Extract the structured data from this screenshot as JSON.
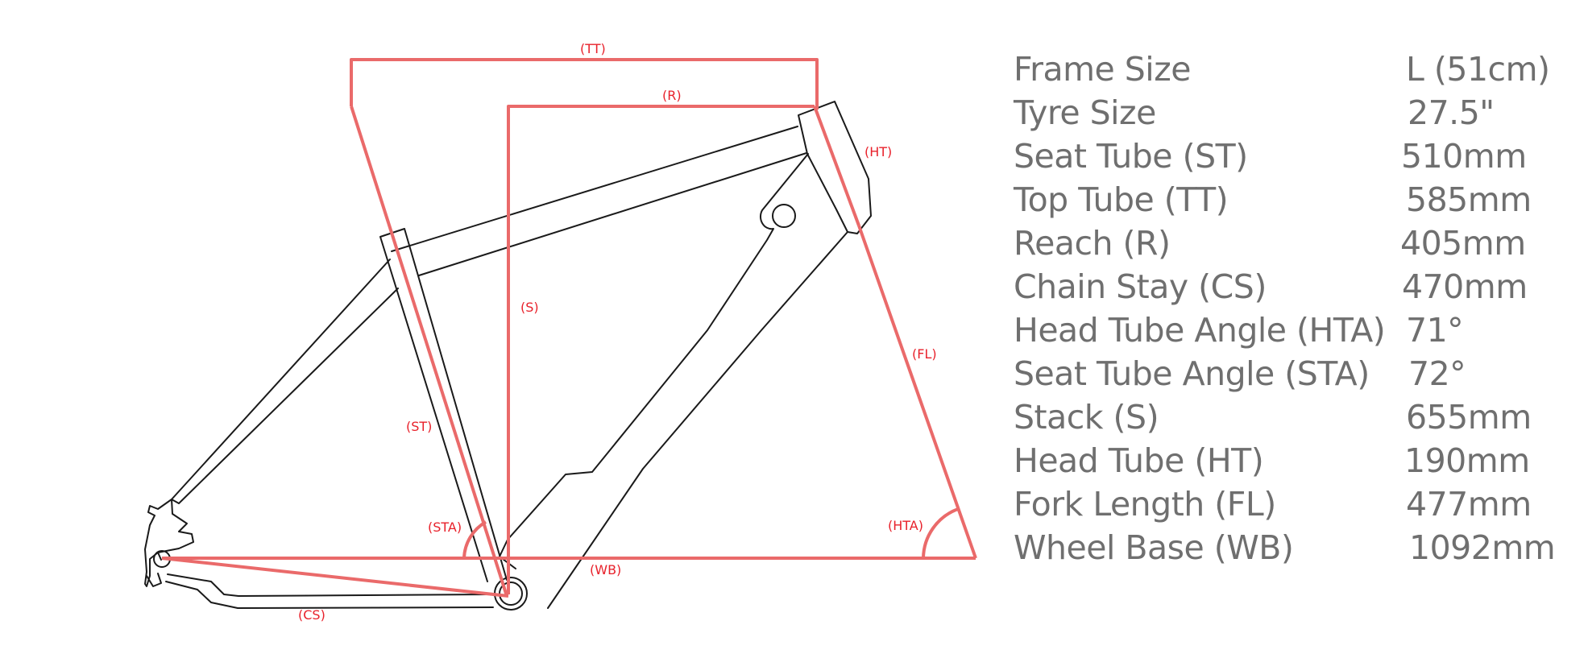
{
  "diagram": {
    "line_color": "#e8212b",
    "frame_stroke_color": "#1a1a1a",
    "labels": {
      "tt": "(TT)",
      "r": "(R)",
      "ht": "(HT)",
      "s": "(S)",
      "fl": "(FL)",
      "st": "(ST)",
      "sta": "(STA)",
      "hta": "(HTA)",
      "wb": "(WB)",
      "cs": "(CS)"
    }
  },
  "specs": {
    "text_color": "#6f6f6f",
    "rows": [
      {
        "label": "Frame Size",
        "value": "L (51cm)"
      },
      {
        "label": "Tyre Size",
        "value": "27.5\""
      },
      {
        "label": "Seat Tube (ST)",
        "value": "510mm"
      },
      {
        "label": "Top Tube (TT)",
        "value": "585mm"
      },
      {
        "label": "Reach (R)",
        "value": "405mm"
      },
      {
        "label": "Chain Stay (CS)",
        "value": "470mm"
      },
      {
        "label": "Head Tube Angle (HTA)",
        "value": "71°"
      },
      {
        "label": "Seat Tube Angle (STA)",
        "value": "72°"
      },
      {
        "label": "Stack (S)",
        "value": "655mm"
      },
      {
        "label": "Head Tube (HT)",
        "value": "190mm"
      },
      {
        "label": "Fork Length (FL)",
        "value": "477mm"
      },
      {
        "label": "Wheel Base (WB)",
        "value": "1092mm"
      }
    ]
  }
}
